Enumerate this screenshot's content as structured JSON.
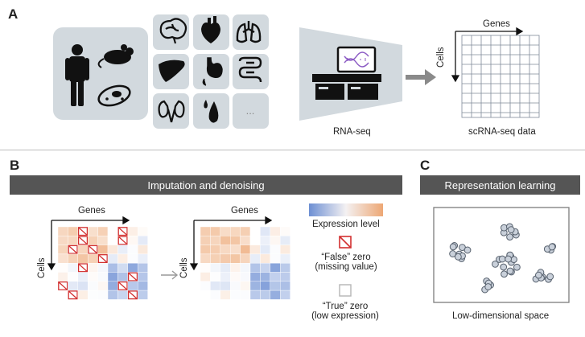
{
  "panels": {
    "a": "A",
    "b": "B",
    "c": "C"
  },
  "panel_a": {
    "organs": [
      "brain-icon",
      "heart-icon",
      "lungs-icon",
      "liver-icon",
      "stomach-icon",
      "intestine-icon",
      "kidneys-icon",
      "blood-drop-icon",
      "more-icon"
    ],
    "organisms": [
      "human-icon",
      "mouse-icon",
      "cell-icon"
    ],
    "more_text": "...",
    "sequencer_label": "RNA-seq",
    "matrix": {
      "genes_label": "Genes",
      "cells_label": "Cells",
      "caption": "scRNA-seq data"
    }
  },
  "panel_b": {
    "banner": "Imputation and denoising",
    "genes_label": "Genes",
    "cells_label": "Cells",
    "legend": {
      "expression": "Expression level",
      "false_zero_line1": "“False” zero",
      "false_zero_line2": "(missing value)",
      "true_zero_line1": "“True” zero",
      "true_zero_line2": "(low expression)"
    },
    "colors": {
      "high": "#eda774",
      "low": "#6d8fd3",
      "mid": "#ffffff",
      "false_zero": "#d23030"
    }
  },
  "panel_c": {
    "banner": "Representation learning",
    "caption": "Low-dimensional space"
  }
}
